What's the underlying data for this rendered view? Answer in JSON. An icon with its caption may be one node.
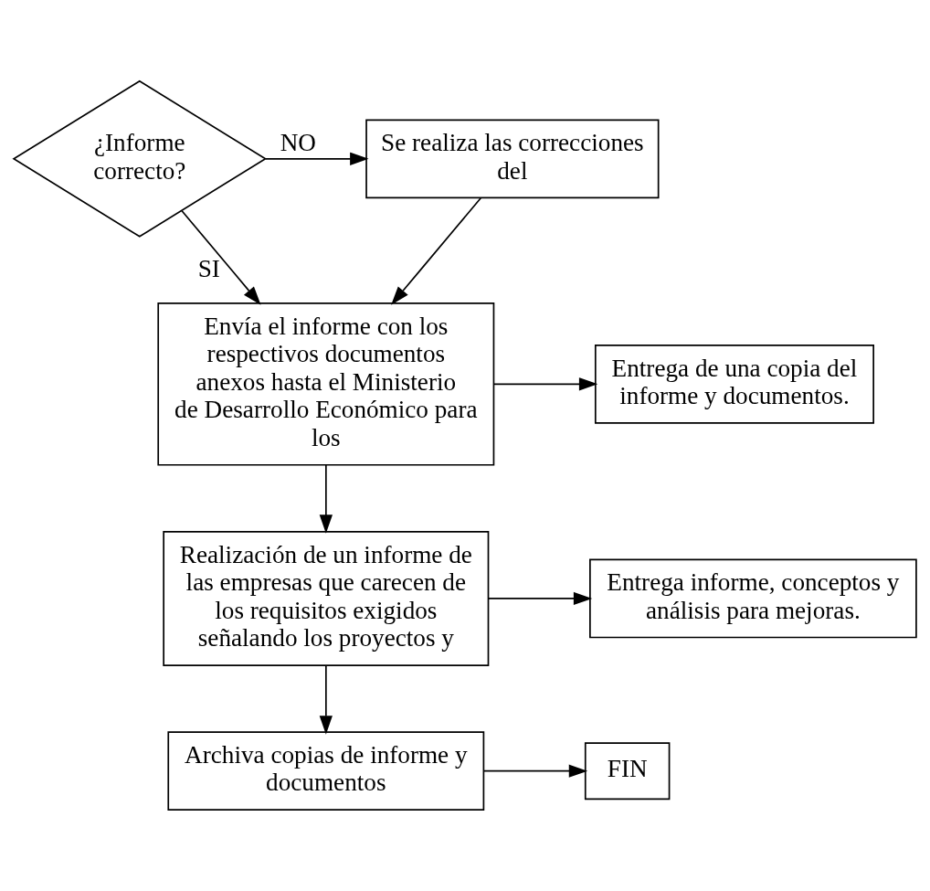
{
  "diagram": {
    "nodes": [
      {
        "text": [
          "Se realiza las correcciones del"
        ]
      },
      {
        "text": [
          "¿Informe correcto?"
        ]
      },
      {
        "text": [
          "Envía el informe con los respectivos documentos anexos hasta el Ministerio de Desarrollo Económico para los"
        ]
      },
      {
        "text": [
          "Entrega de una copia del informe y documentos."
        ]
      },
      {
        "text": [
          "Realización de un informe de las empresas que carecen de los requisitos exigidos señalando los proyectos y"
        ]
      },
      {
        "text": [
          "Entrega informe, conceptos y análisis para mejoras."
        ]
      },
      {
        "text": [
          "Archiva copias de informe y documentos"
        ]
      },
      {
        "text": [
          "FIN"
        ]
      }
    ],
    "edges": [
      {
        "from": 1,
        "to": 0,
        "arrow": "to",
        "label": "NO"
      },
      {
        "from": 0,
        "to": 2,
        "arrow": "to"
      },
      {
        "from": 1,
        "to": 2,
        "arrow": "to",
        "label": "SI"
      },
      {
        "from": 2,
        "to": 3,
        "arrow": "to"
      },
      {
        "from": 2,
        "to": 4,
        "arrow": "to"
      },
      {
        "from": 4,
        "to": 5,
        "arrow": "to"
      },
      {
        "from": 4,
        "to": 6,
        "arrow": "to"
      },
      {
        "from": 6,
        "to": 7,
        "arrow": "to"
      }
    ]
  }
}
